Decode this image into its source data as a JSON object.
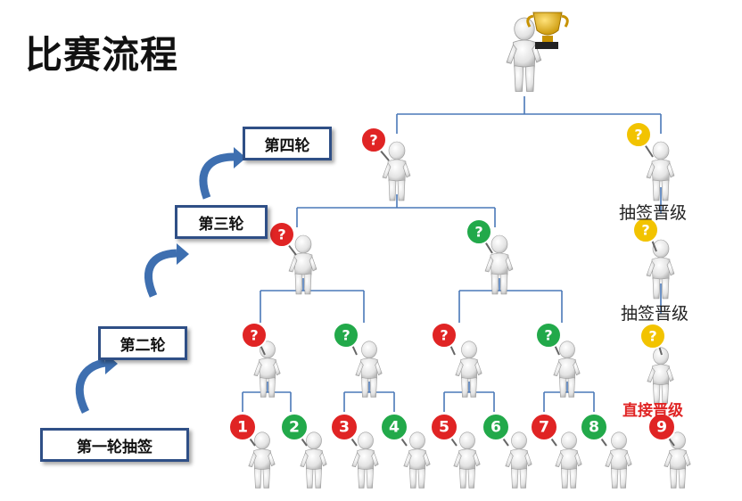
{
  "title": "比赛流程",
  "rounds": {
    "round1": "第一轮抽签",
    "round2": "第二轮",
    "round3": "第三轮",
    "round4": "第四轮"
  },
  "labels": {
    "bye1": "抽签晋级",
    "bye2": "抽签晋级",
    "direct": "直接晋级"
  },
  "players": [
    "1",
    "2",
    "3",
    "4",
    "5",
    "6",
    "7",
    "8",
    "9"
  ],
  "unknown_mark": "?",
  "colors": {
    "red": "#e02424",
    "green": "#22a94a",
    "yellow": "#f2c300",
    "line": "#4a78b8",
    "arrow": "#3e6fb0",
    "box_border": "#2f4f86"
  }
}
